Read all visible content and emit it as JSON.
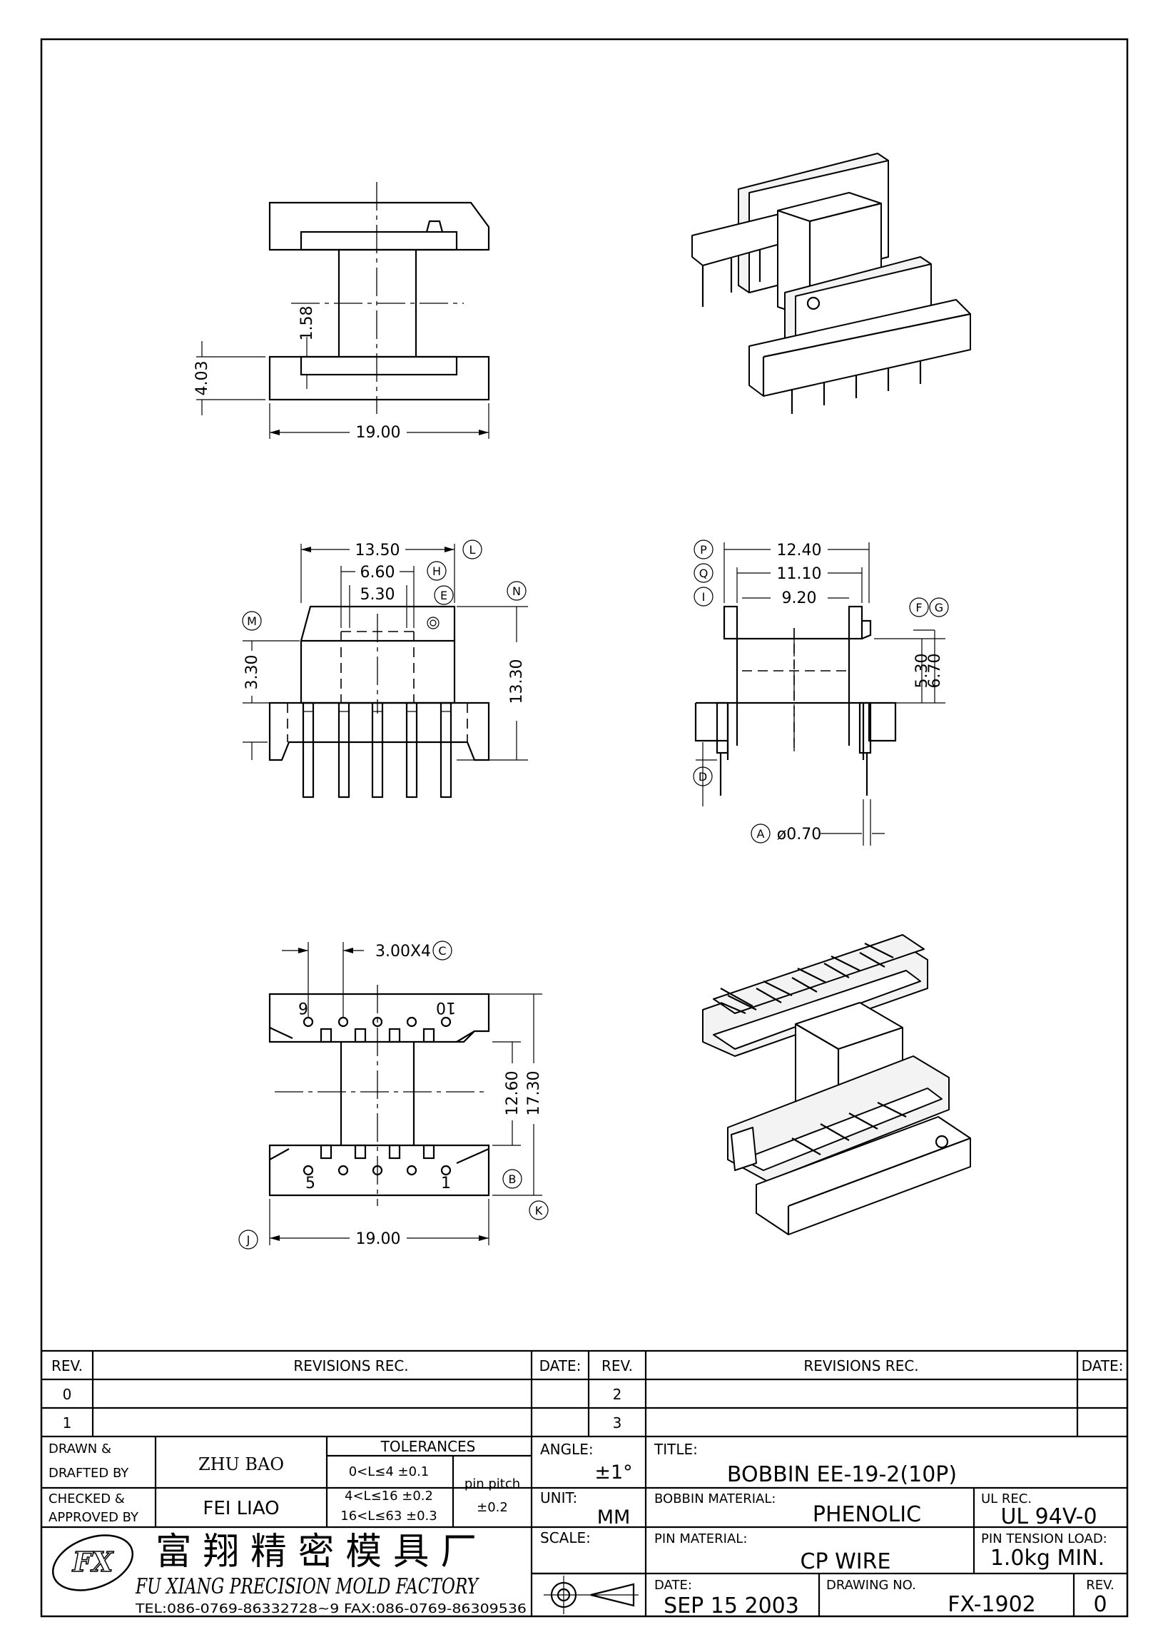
{
  "views": {
    "top": {
      "dim_width": "19.00",
      "dim_height": "4.03",
      "dim_inner": "1.58"
    },
    "front": {
      "dim_l": "13.50",
      "dim_h": "6.60",
      "dim_e": "5.30",
      "dim_m": "3.30",
      "dim_n": "13.30",
      "tag_l": "L",
      "tag_h": "H",
      "tag_e": "E",
      "tag_m": "M",
      "tag_n": "N"
    },
    "side": {
      "dim_p": "12.40",
      "dim_q": "11.10",
      "dim_i": "9.20",
      "dim_f": "5.30",
      "dim_g": "6.70",
      "dim_pin": "ø0.70",
      "tag_p": "P",
      "tag_q": "Q",
      "tag_i": "I",
      "tag_f": "F",
      "tag_g": "G",
      "tag_d": "D",
      "tag_a": "A"
    },
    "bottom": {
      "dim_pitch": "3.00X4",
      "tag_c": "C",
      "dim_inner": "12.60",
      "dim_outer": "17.30",
      "dim_width": "19.00",
      "tag_j": "J",
      "tag_b": "B",
      "tag_k": "K",
      "pin_6": "6",
      "pin_10": "10",
      "pin_5": "5",
      "pin_1": "1"
    }
  },
  "revisions": {
    "col_rev": "REV.",
    "col_rec": "REVISIONS   REC.",
    "col_date": "DATE:",
    "col_rev2": "REV.",
    "col_rec2": "REVISIONS   REC.",
    "col_date2": "DATE:",
    "rows": [
      "0",
      "1"
    ],
    "rows2": [
      "2",
      "3"
    ]
  },
  "titleblock": {
    "drawn_label_1": "DRAWN  &",
    "drawn_label_2": "DRAFTED BY",
    "drawn_name": "ZHU   BAO",
    "checked_label_1": "CHECKED &",
    "checked_label_2": "APPROVED BY",
    "checked_name": "FEI LIAO",
    "tolerances_label": "TOLERANCES",
    "tol_1": "0<L≤4    ±0.1",
    "tol_2": "4<L≤16  ±0.2",
    "tol_3": "16<L≤63  ±0.3",
    "pitch_label": "pin  pitch",
    "pitch_value": "±0.2",
    "angle_label": "ANGLE:",
    "angle_value": "±1°",
    "unit_label": "UNIT:",
    "unit_value": "MM",
    "scale_label": "SCALE:",
    "title_label": "TITLE:",
    "title_value": "BOBBIN  EE-19-2(10P)",
    "bobbin_label": "BOBBIN  MATERIAL:",
    "bobbin_value": "PHENOLIC",
    "ul_label": "UL  REC.",
    "ul_value": "UL  94V-0",
    "pinmat_label": "PIN  MATERIAL:",
    "pinmat_value": "CP  WIRE",
    "tension_label": "PIN  TENSION  LOAD:",
    "tension_value": "1.0kg  MIN.",
    "date_label": "DATE:",
    "date_value": "SEP  15  2003",
    "drawing_label": "DRAWING  NO.",
    "drawing_value": "FX-1902",
    "rev_label": "REV.",
    "rev_value": "0",
    "company_cn": "富 翔 精 密 模 具 厂",
    "company_en": "FU XIANG PRECISION MOLD FACTORY",
    "contact": "TEL:086-0769-86332728~9  FAX:086-0769-86309536",
    "logo_text": "FX"
  }
}
